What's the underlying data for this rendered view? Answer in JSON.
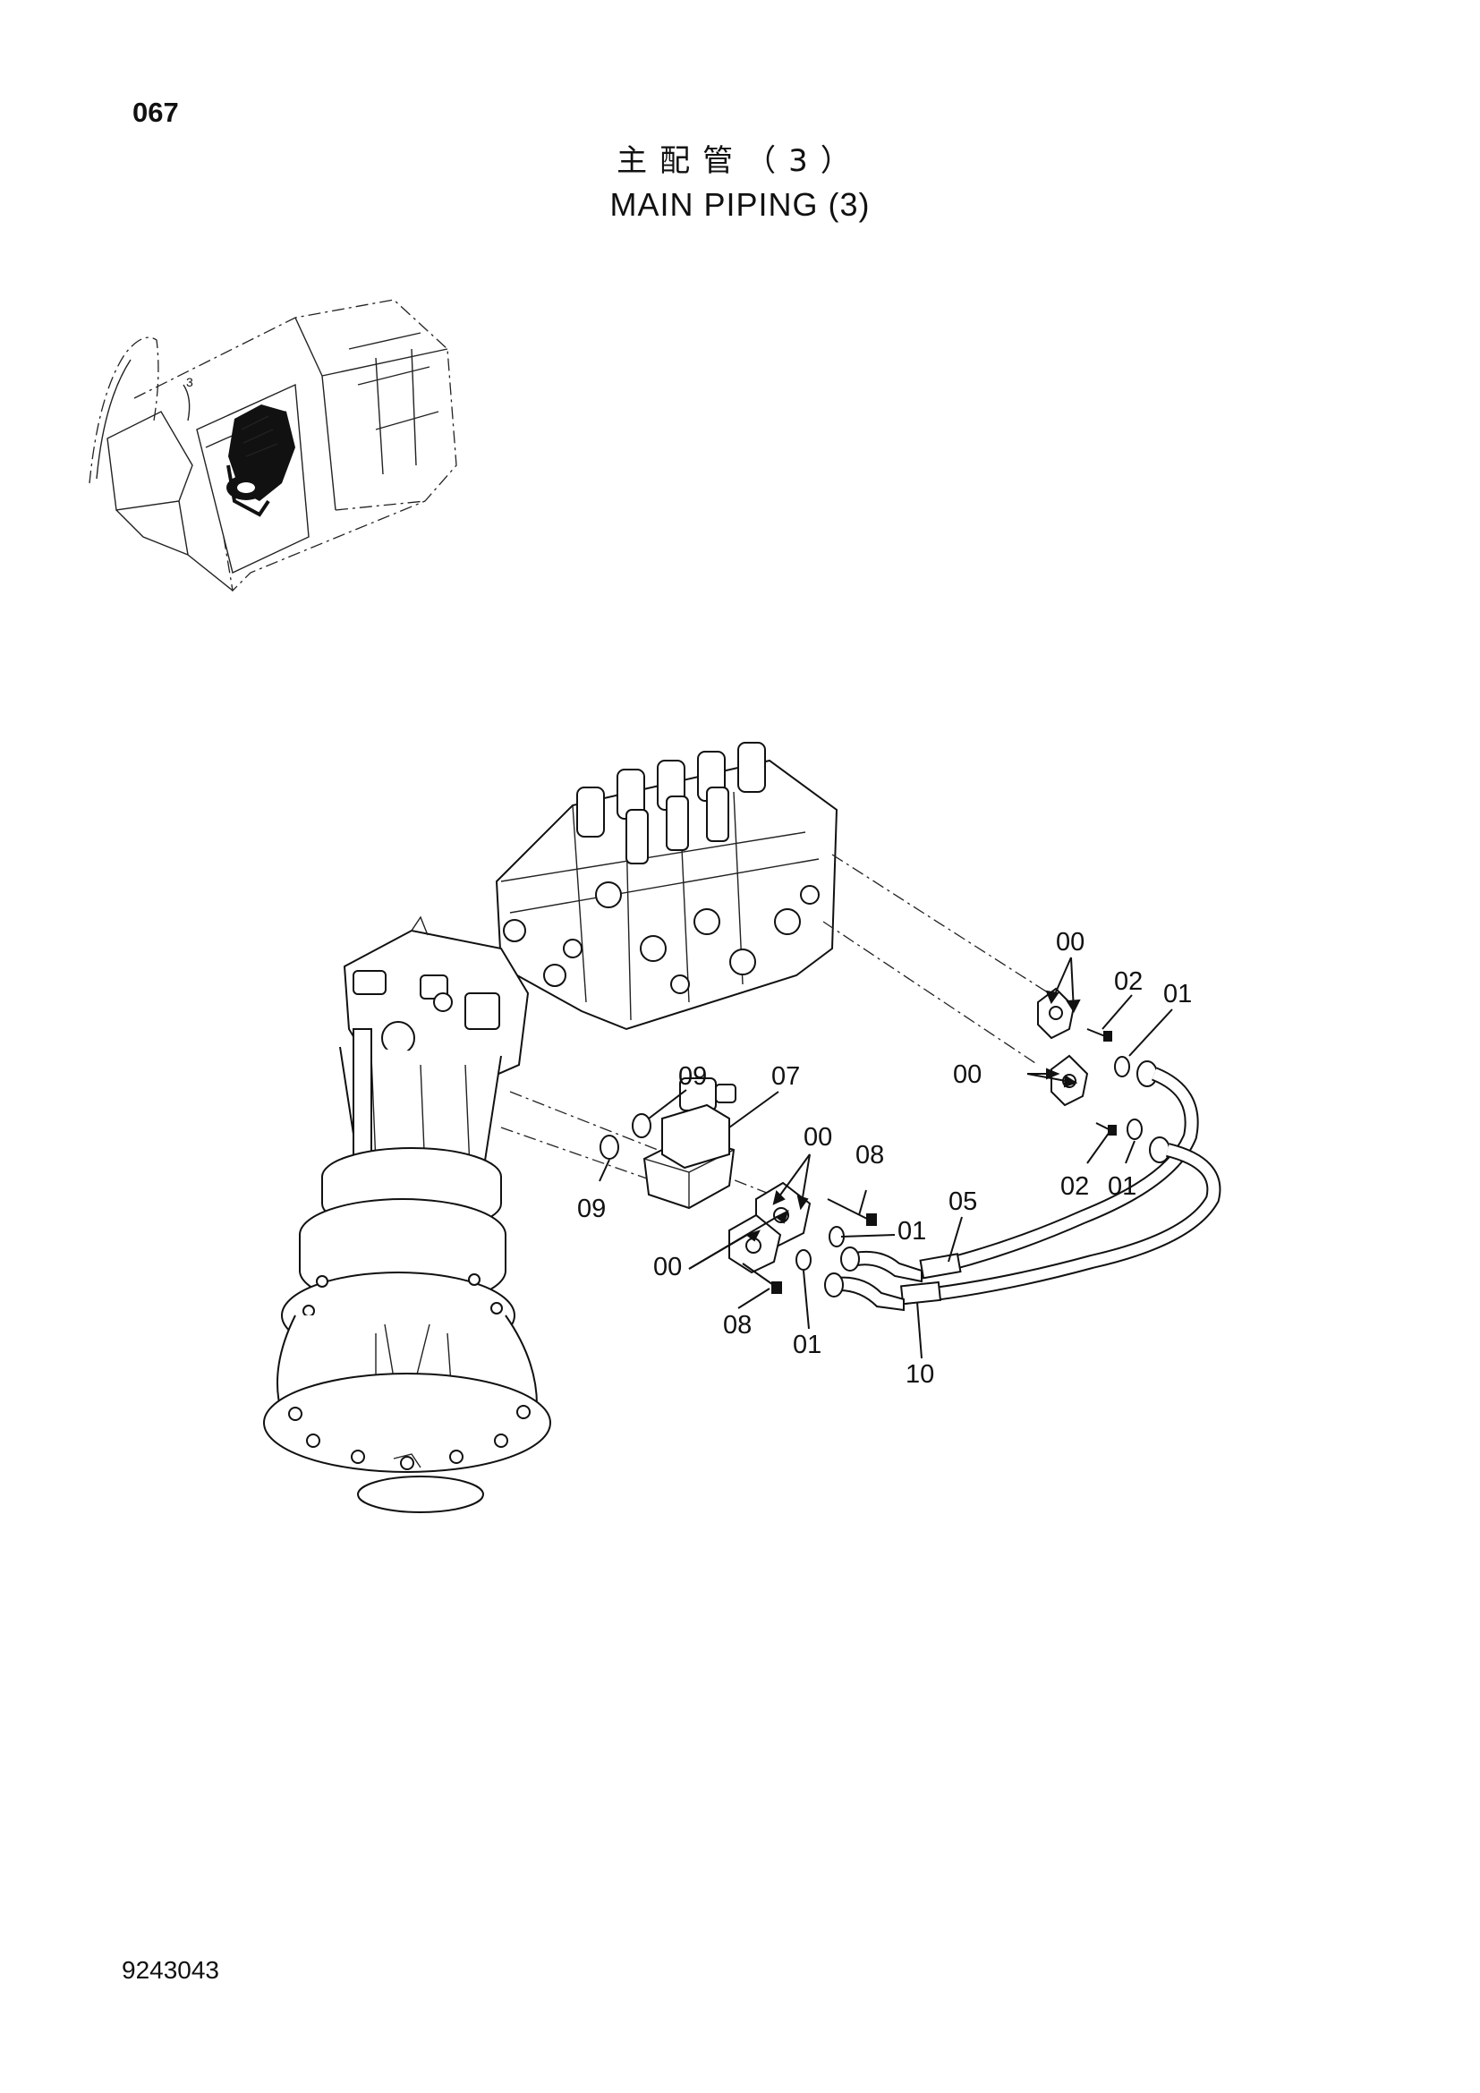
{
  "page_number": "067",
  "title_jp": "主配管（3）",
  "title_en": "MAIN PIPING (3)",
  "document_id": "9243043",
  "callouts": {
    "c00_top": "00",
    "c02_top": "02",
    "c01_top": "01",
    "c00_mid": "00",
    "c02_mid": "02",
    "c01_mid": "01",
    "c09_upper": "09",
    "c07": "07",
    "c09_lower": "09",
    "c00_center": "00",
    "c08_upper": "08",
    "c01_center": "01",
    "c05": "05",
    "c00_left": "00",
    "c08_lower": "08",
    "c01_lower": "01",
    "c10": "10"
  }
}
